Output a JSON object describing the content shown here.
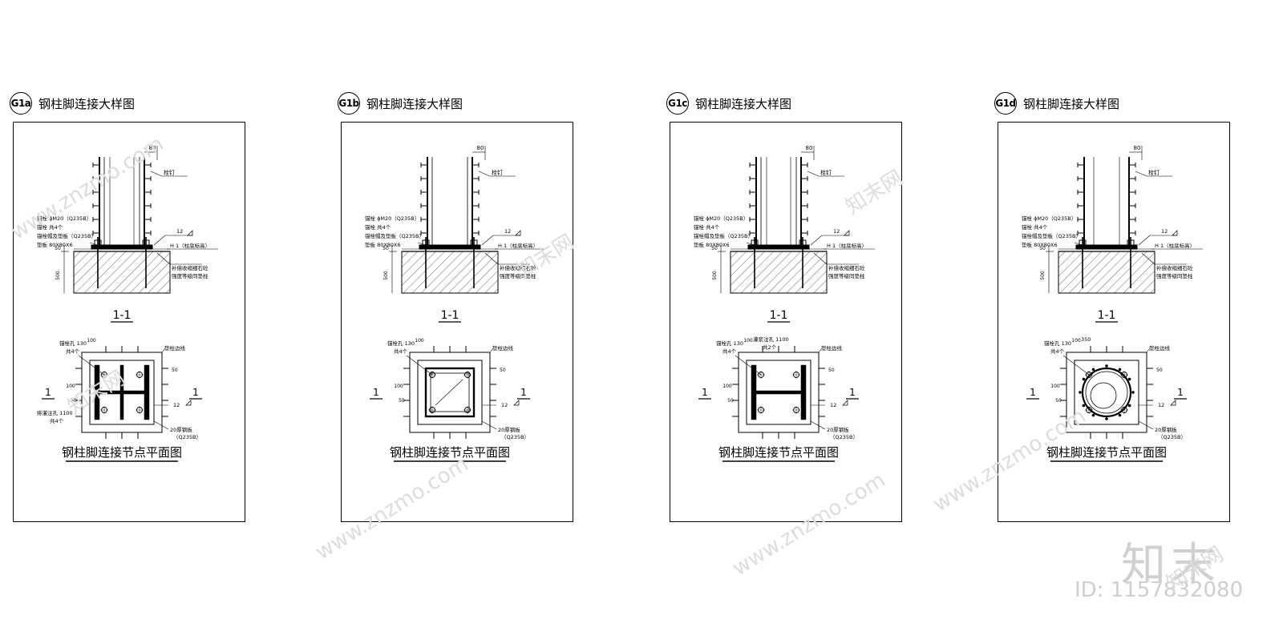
{
  "panels": [
    {
      "tag": "G1a",
      "title": "钢柱脚连接大样图",
      "section_mark": "1-1",
      "plan_title": "钢柱脚连接节点平面图",
      "column_shape": "h-section",
      "labels": {
        "dim_top": "80",
        "stud": "栓钉",
        "anchor": "锚栓 ɸM20（Q235B）",
        "anchor_count": "锚栓 共4个",
        "nut": "锚栓帽及垫板（Q235B）",
        "pad": "垫板 80X80X6",
        "weld": "12",
        "height": "H 1（柱底标高）",
        "grout": "补偿收缩细石砼",
        "grout2": "强度等级同垫柱",
        "dim_50": "50",
        "dim_500": "500",
        "anchor_hole": "锚栓孔 130",
        "anchor_hole_count": "共4个",
        "plan_100": "100",
        "plan_50": "50",
        "grout_hole": "",
        "grout_hole_count": "",
        "pier_edge": "垫柱边线",
        "plate": "20厚钢板",
        "plate_mat": "（Q235B）",
        "vent_hole": "排灌注孔 1100",
        "vent_hole_count": "共4个",
        "section_label": "1"
      }
    },
    {
      "tag": "G1b",
      "title": "钢柱脚连接大样图",
      "section_mark": "1-1",
      "plan_title": "钢柱脚连接节点平面图",
      "column_shape": "box",
      "labels": {
        "dim_top": "80",
        "stud": "栓钉",
        "anchor": "锚栓 ɸM20（Q235B）",
        "anchor_count": "锚栓 共4个",
        "nut": "锚栓帽及垫板（Q235B）",
        "pad": "垫板 80X80X6",
        "weld": "12",
        "height": "H 1（柱底标高）",
        "grout": "补偿收缩细石砼",
        "grout2": "强度等级同垫柱",
        "dim_50": "50",
        "dim_500": "500",
        "anchor_hole": "锚栓孔 130",
        "anchor_hole_count": "共4个",
        "plan_100": "100",
        "plan_50": "50",
        "grout_hole": "",
        "grout_hole_count": "",
        "pier_edge": "垫柱边线",
        "plate": "20厚钢板",
        "plate_mat": "（Q235B）",
        "vent_hole": "",
        "vent_hole_count": "",
        "section_label": "1"
      }
    },
    {
      "tag": "G1c",
      "title": "钢柱脚连接大样图",
      "section_mark": "1-1",
      "plan_title": "钢柱脚连接节点平面图",
      "column_shape": "i-section",
      "labels": {
        "dim_top": "80",
        "stud": "栓钉",
        "anchor": "锚栓 ɸM20（Q235B）",
        "anchor_count": "锚栓 共4个",
        "nut": "锚栓帽及垫板（Q235B）",
        "pad": "垫板 80X80X6",
        "weld": "12",
        "height": "H 1（柱底标高）",
        "grout": "补偿收缩细石砼",
        "grout2": "强度等级同垫柱",
        "dim_50": "50",
        "dim_500": "500",
        "anchor_hole": "锚栓孔 130",
        "anchor_hole_count": "共4个",
        "plan_100": "100",
        "plan_50": "50",
        "grout_hole": "灌浆注孔 1100",
        "grout_hole_count": "共2个",
        "pier_edge": "垫柱边线",
        "plate": "20厚钢板",
        "plate_mat": "（Q235B）",
        "vent_hole": "",
        "vent_hole_count": "",
        "section_label": "1"
      }
    },
    {
      "tag": "G1d",
      "title": "钢柱脚连接大样图",
      "section_mark": "1-1",
      "plan_title": "钢柱脚连接节点平面图",
      "column_shape": "circular",
      "labels": {
        "dim_top": "80",
        "stud": "栓钉",
        "anchor": "锚栓 ɸM20（Q235B）",
        "anchor_count": "锚栓 共4个",
        "nut": "锚栓帽及垫板（Q235B）",
        "pad": "垫板 80X80X6",
        "weld": "12",
        "height": "H 1（柱底标高）",
        "grout": "补偿收缩细石砼",
        "grout2": "强度等级同垫柱",
        "dim_50": "50",
        "dim_500": "500",
        "anchor_hole": "锚栓孔 130",
        "anchor_hole_count": "共4个",
        "plan_100": "100",
        "plan_50": "50",
        "grout_hole": "350",
        "grout_hole_count": "",
        "pier_edge": "垫柱边线",
        "plate": "20厚钢板",
        "plate_mat": "（Q235B）",
        "vent_hole": "",
        "vent_hole_count": "",
        "section_label": "1"
      }
    }
  ],
  "watermark": {
    "site": "www.znzmo.com",
    "brand": "知末网",
    "logo": "知末",
    "id_text": "ID: 1157832080"
  }
}
